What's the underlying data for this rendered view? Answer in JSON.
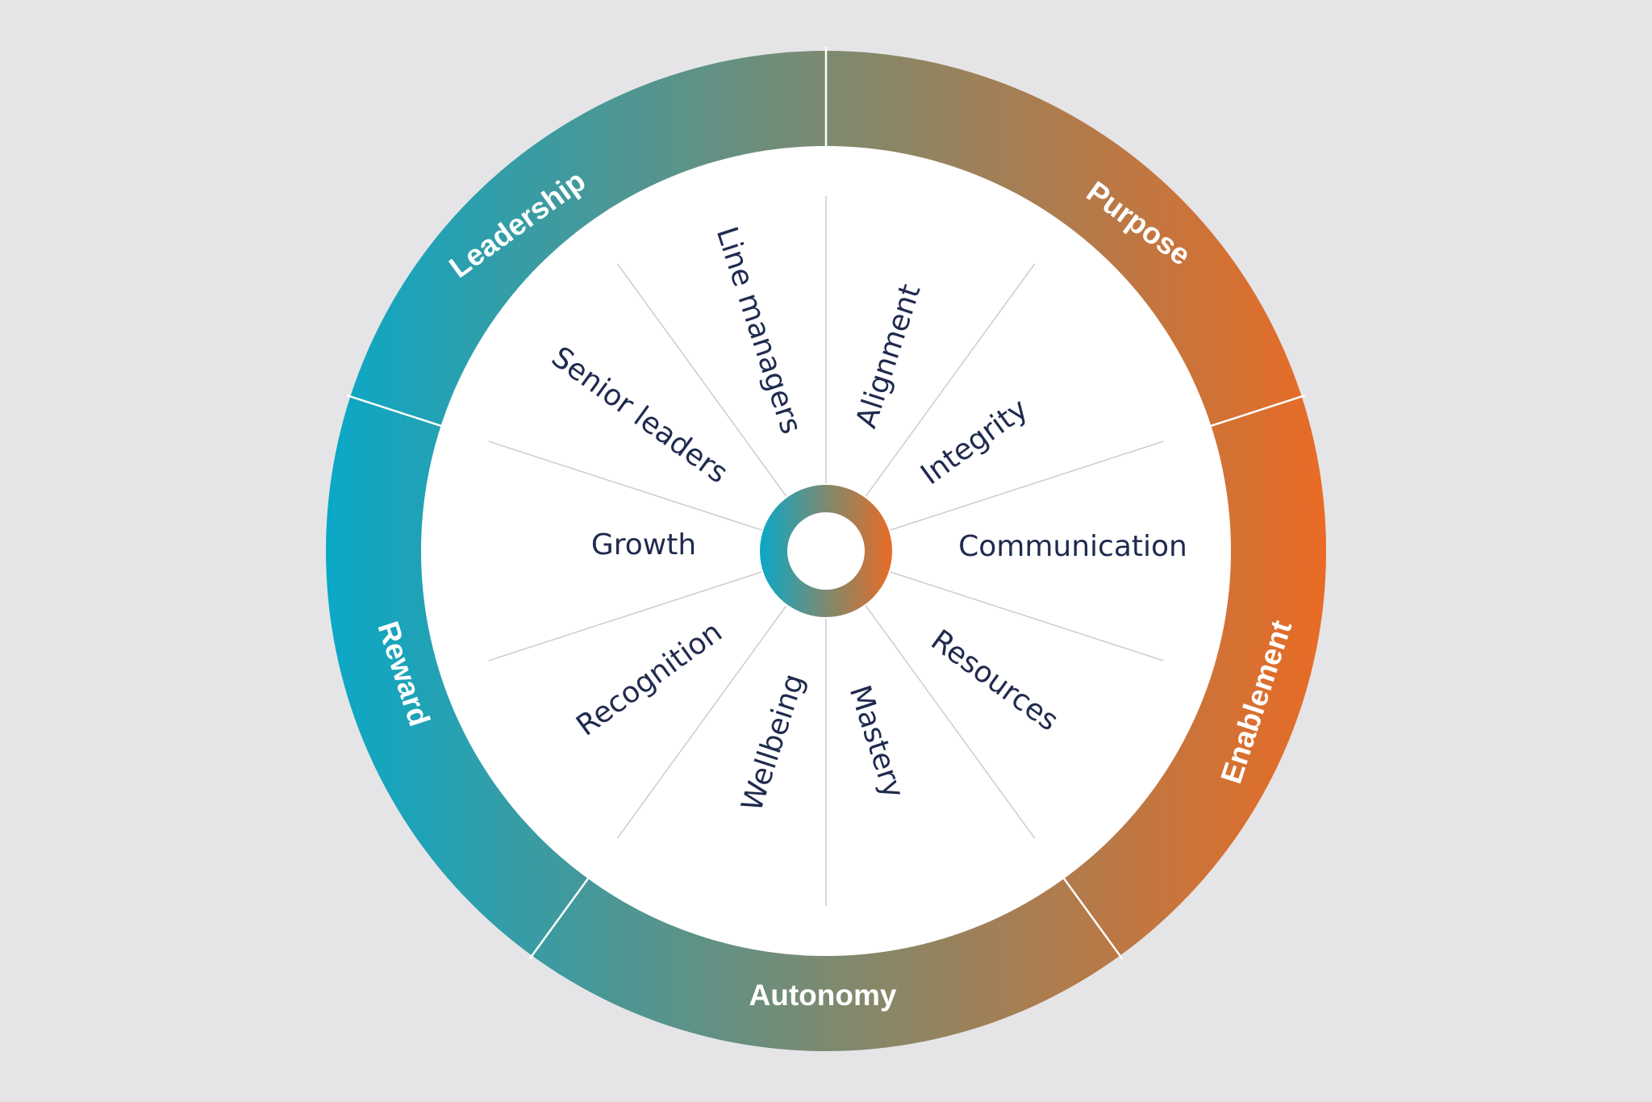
{
  "diagram": {
    "outer_ring": [
      {
        "label": "Leadership"
      },
      {
        "label": "Purpose"
      },
      {
        "label": "Enablement"
      },
      {
        "label": "Autonomy"
      },
      {
        "label": "Reward"
      }
    ],
    "inner_segments": [
      {
        "label": "Alignment"
      },
      {
        "label": "Integrity"
      },
      {
        "label": "Communication"
      },
      {
        "label": "Resources"
      },
      {
        "label": "Mastery"
      },
      {
        "label": "Wellbeing"
      },
      {
        "label": "Recognition"
      },
      {
        "label": "Growth"
      },
      {
        "label": "Senior leaders"
      },
      {
        "label": "Line managers"
      }
    ],
    "colors": {
      "background": "#e5e5e7",
      "teal": "#0aa8c7",
      "orange": "#e96b25",
      "label_text": "#1f2a4e",
      "outer_label_text": "#ffffff"
    }
  }
}
